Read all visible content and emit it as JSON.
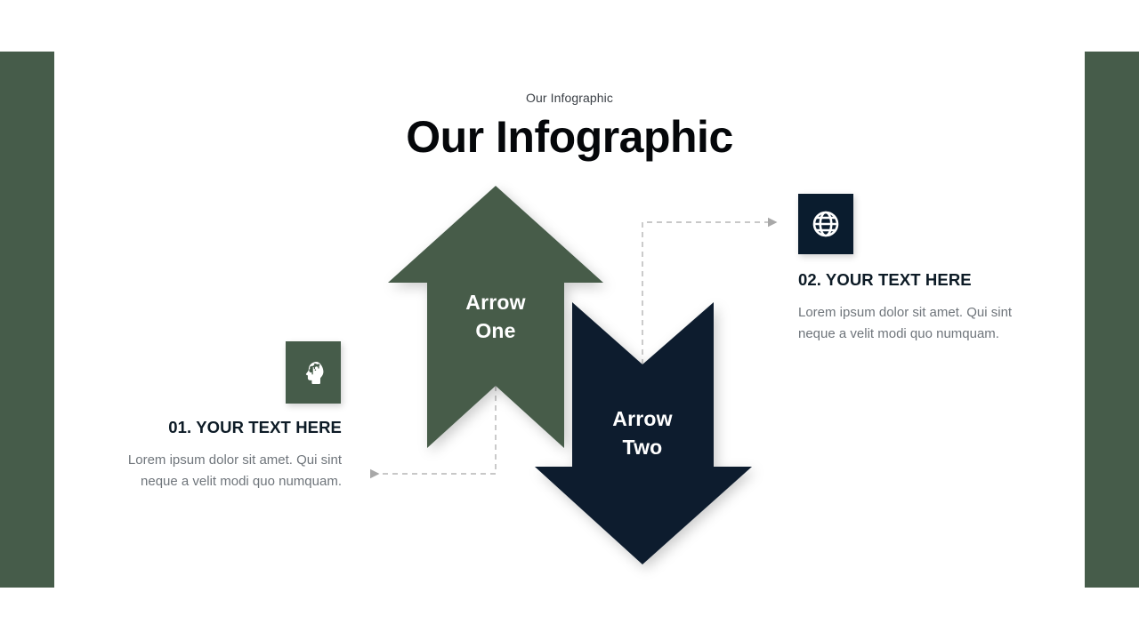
{
  "slide": {
    "eyebrow": "Our Infographic",
    "title": "Our Infographic",
    "background_color": "#ffffff",
    "accent_green": "#465C4A",
    "accent_navy": "#0A1C2E",
    "connector_color": "#a8a8a8"
  },
  "bands": {
    "left_color": "#465C4A",
    "right_color": "#465C4A"
  },
  "arrows": [
    {
      "id": "arrow-one",
      "label_line_1": "Arrow",
      "label_line_2": "One",
      "direction": "up",
      "color": "#465C4A"
    },
    {
      "id": "arrow-two",
      "label_line_1": "Arrow",
      "label_line_2": "Two",
      "direction": "down",
      "color": "#0A1C2E"
    }
  ],
  "items": [
    {
      "id": "item-01",
      "icon": "head-brain-icon",
      "icon_tile_color": "#465C4A",
      "heading": "01. YOUR TEXT HERE",
      "body": "Lorem ipsum dolor sit amet. Qui sint neque a velit modi quo numquam."
    },
    {
      "id": "item-02",
      "icon": "globe-icon",
      "icon_tile_color": "#0A1C2E",
      "heading": "02. YOUR TEXT HERE",
      "body": "Lorem ipsum dolor sit amet. Qui sint neque a velit modi quo numquam."
    }
  ]
}
